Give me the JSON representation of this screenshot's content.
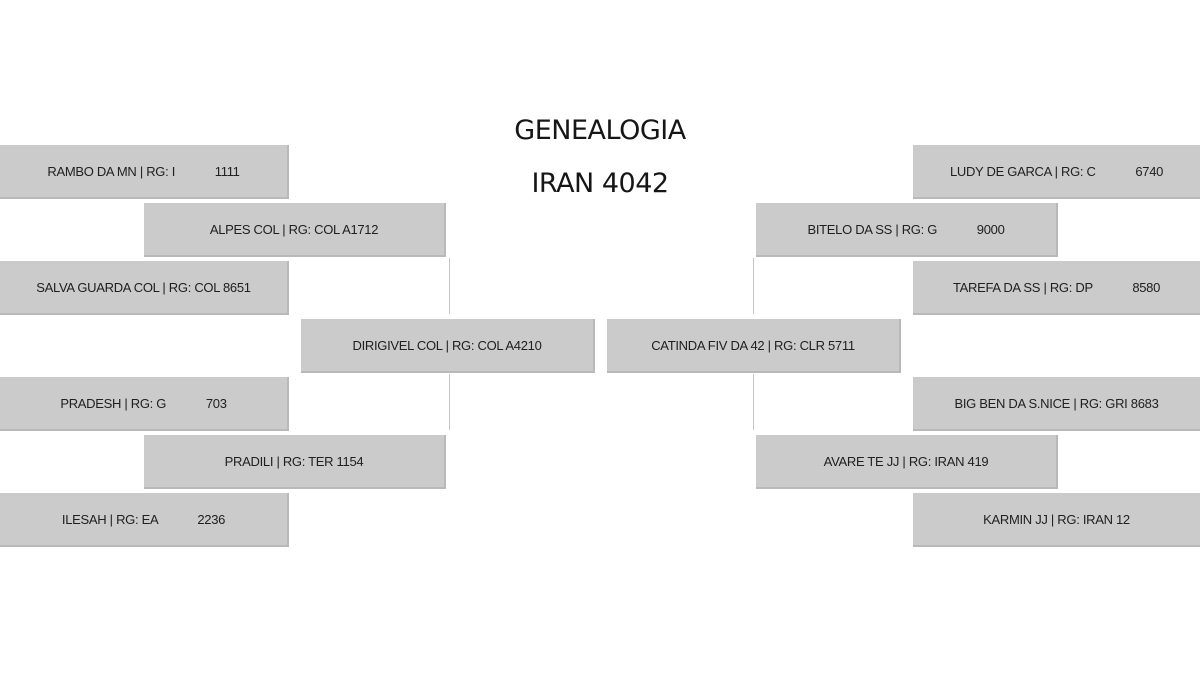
{
  "title": {
    "line1": "GENEALOGIA",
    "line2": "IRAN 4042"
  },
  "sire_side": {
    "sire": {
      "name": "DIRIGIVEL COL",
      "rg": "RG: COL A4210",
      "label": "DIRIGIVEL COL | RG: COL A4210"
    },
    "paternal_grandsire": {
      "label": "ALPES COL | RG: COL A1712"
    },
    "paternal_granddam": {
      "label": "PRADILI | RG: TER 1154"
    },
    "great_grandparents": [
      {
        "label": "RAMBO DA MN | RG: I            1111"
      },
      {
        "label": "SALVA GUARDA COL | RG: COL 8651"
      },
      {
        "label": "PRADESH | RG: G            703"
      },
      {
        "label": "ILESAH | RG: EA            2236"
      }
    ]
  },
  "dam_side": {
    "dam": {
      "label": "CATINDA FIV DA 42 | RG: CLR 5711"
    },
    "maternal_grandsire": {
      "label": "BITELO DA SS | RG: G            9000"
    },
    "maternal_granddam": {
      "label": "AVARE TE JJ | RG: IRAN 419"
    },
    "great_grandparents": [
      {
        "label": "LUDY DE GARCA | RG: C            6740"
      },
      {
        "label": "TAREFA DA SS | RG: DP            8580"
      },
      {
        "label": "BIG BEN DA S.NICE | RG: GRI 8683"
      },
      {
        "label": "KARMIN JJ | RG: IRAN 12"
      }
    ]
  }
}
